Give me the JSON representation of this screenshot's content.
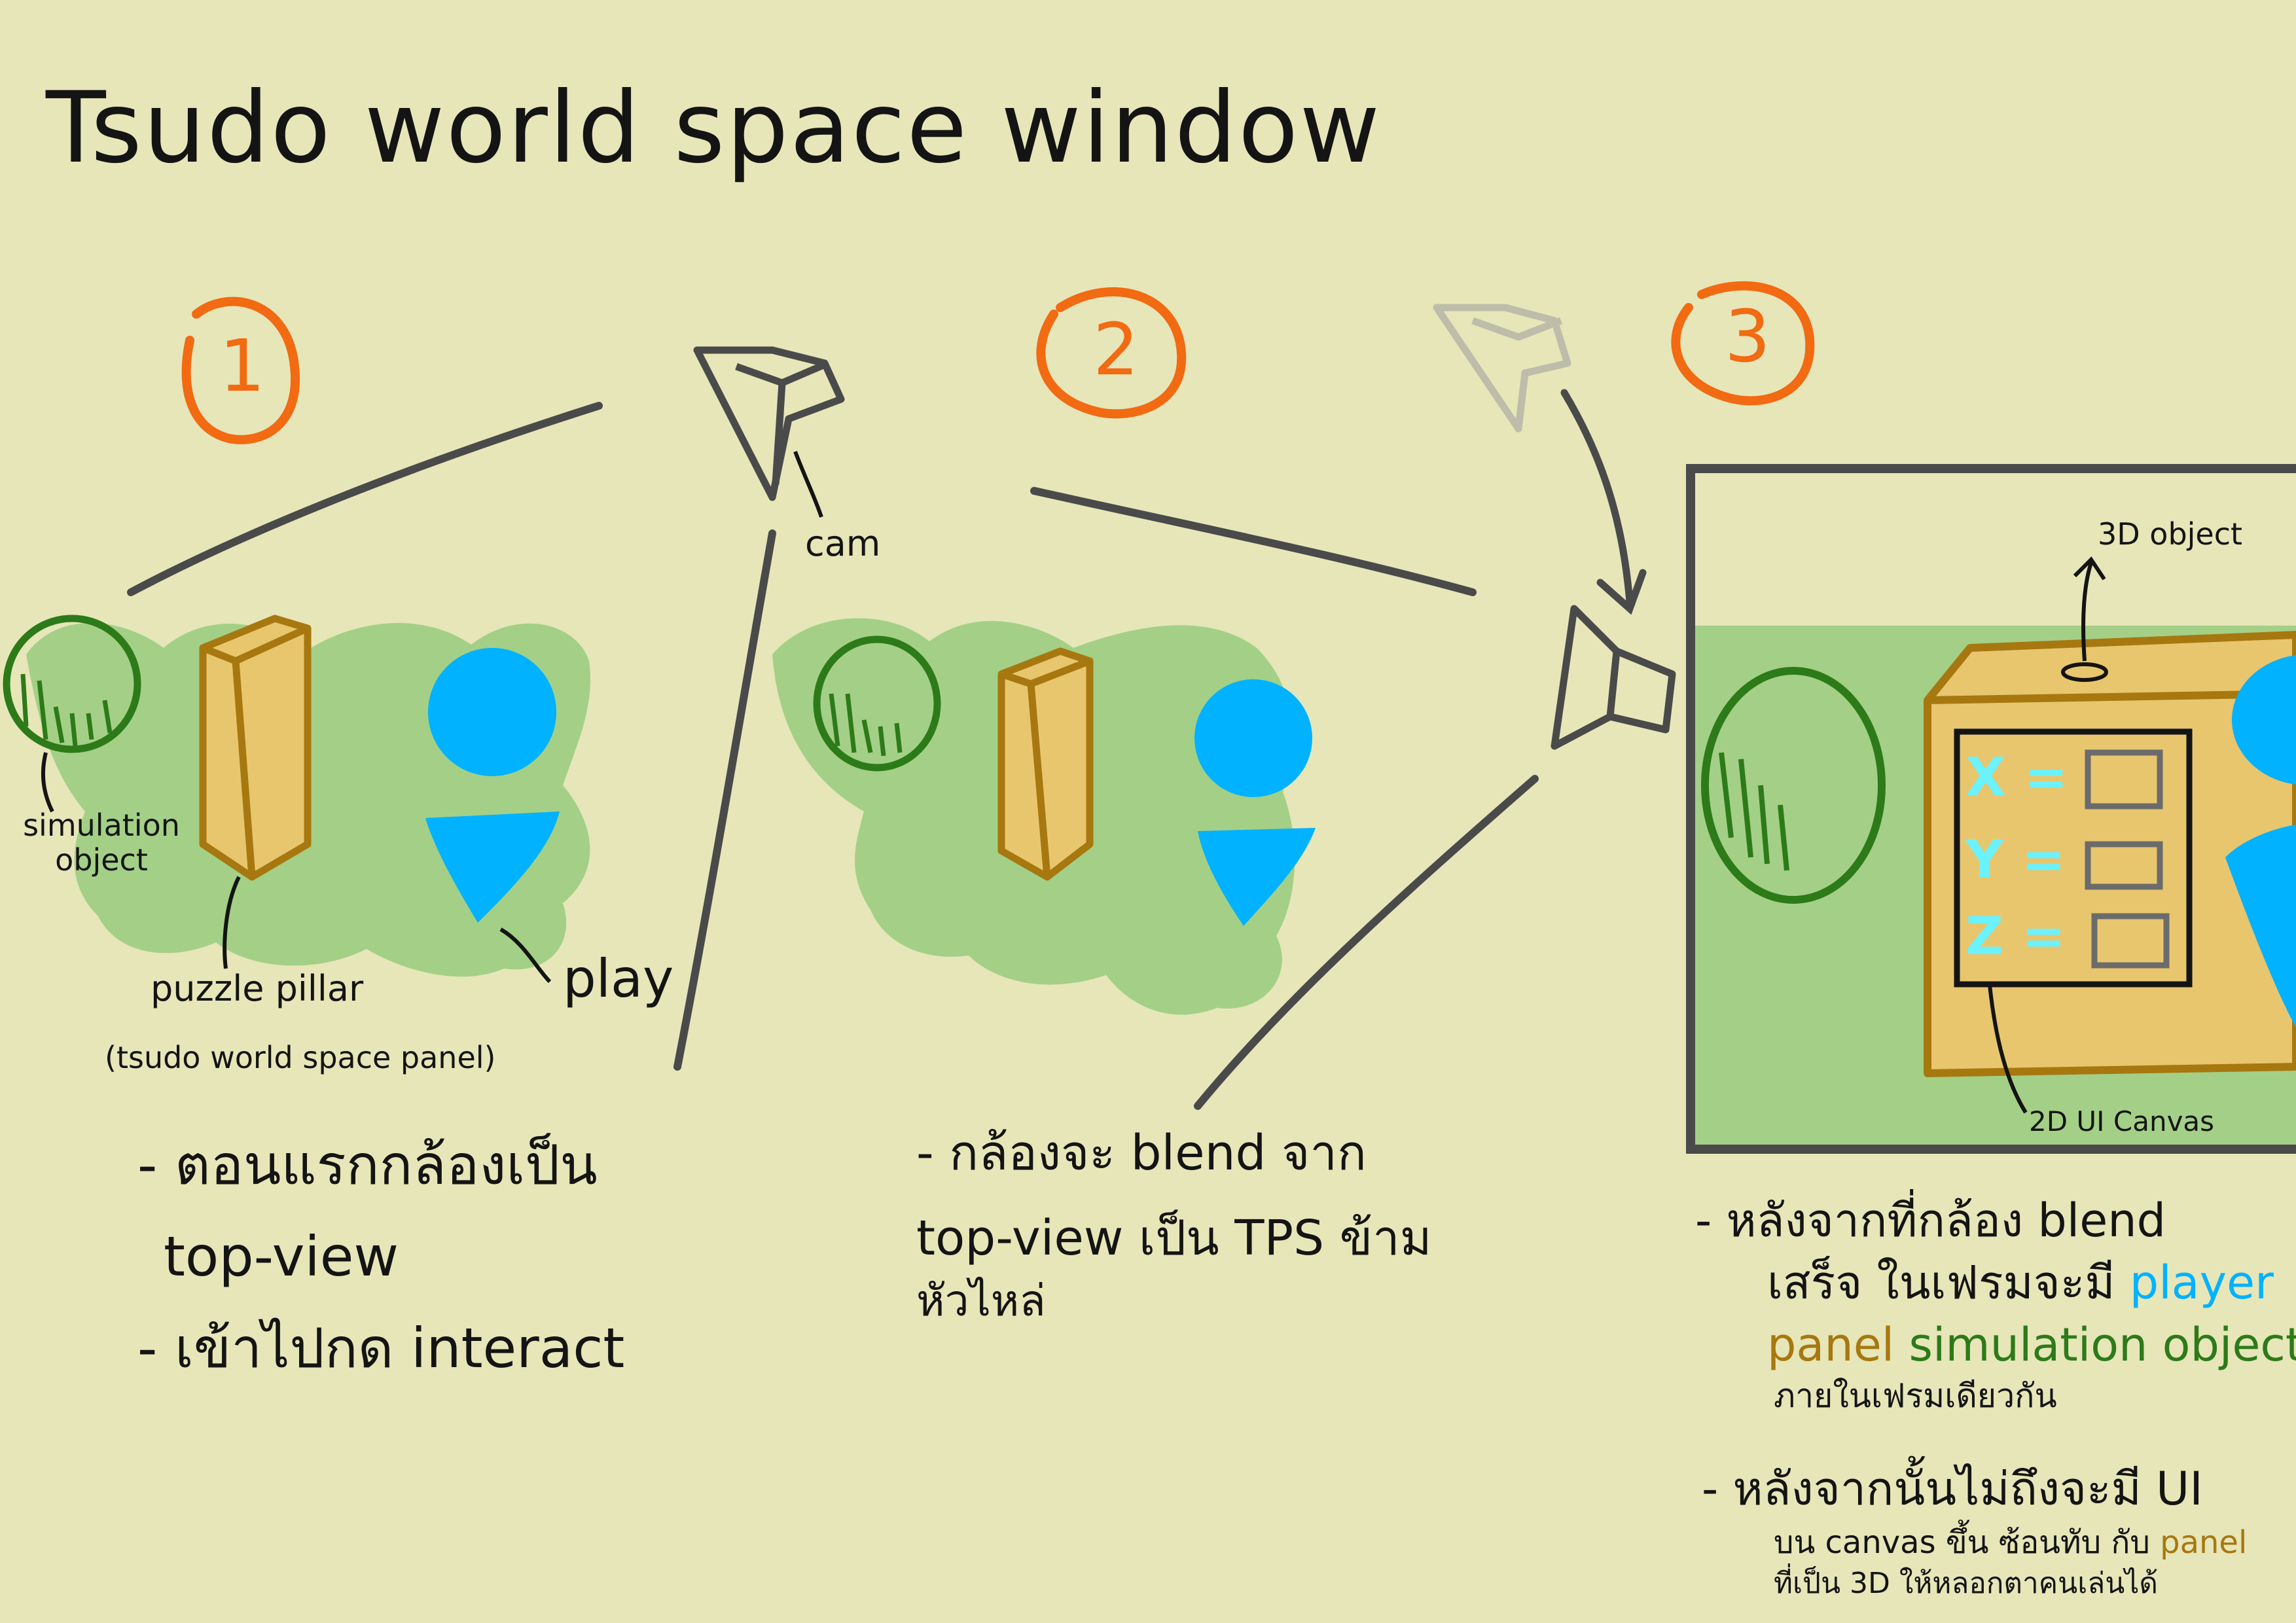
{
  "title": "Tsudo world space window",
  "steps": [
    "1",
    "2",
    "3"
  ],
  "labels": {
    "cam": "cam",
    "simulation_object": "simulation\nobject",
    "puzzle_pillar": "puzzle pillar",
    "panel_caption": "(tsudo world space panel)",
    "player": "play",
    "object_3d": "3D object",
    "ui_canvas": "2D UI Canvas"
  },
  "panel_fields": [
    "X =",
    "Y =",
    "Z ="
  ],
  "notes": {
    "step1": [
      "- ตอนแรกกล้องเป็น",
      "top-view",
      "- เข้าไปกด interact"
    ],
    "step2": [
      "- กล้องจะ blend จาก",
      "top-view เป็น TPS ข้าม",
      "หัวไหล่"
    ],
    "step3_a_line1": "- หลังจากที่กล้อง blend",
    "step3_a_line2_prefix": "เสร็จ ในเฟรมจะมี",
    "step3_a_player": "player",
    "step3_a_panel": "panel",
    "step3_a_sim": "simulation object",
    "step3_a_line4": "ภายในเฟรมเดียวกัน",
    "step3_b_line1": "- หลังจากนั้นไม่ถึงจะมี UI",
    "step3_b_line2_prefix": "บน canvas ขึ้น ซ้อนทับ กับ",
    "step3_b_panel": "panel",
    "step3_b_line3": "ที่เป็น 3D ให้หลอกตาคนเล่นได้"
  },
  "colors": {
    "background": "#e6e6b9",
    "step_number": "#f26a12",
    "player": "#00b2ff",
    "pillar": "#e8c66e",
    "pillar_outline": "#a7780f",
    "grass": "#a3d086",
    "tree_outline": "#2d7a19",
    "ink": "#141414"
  }
}
